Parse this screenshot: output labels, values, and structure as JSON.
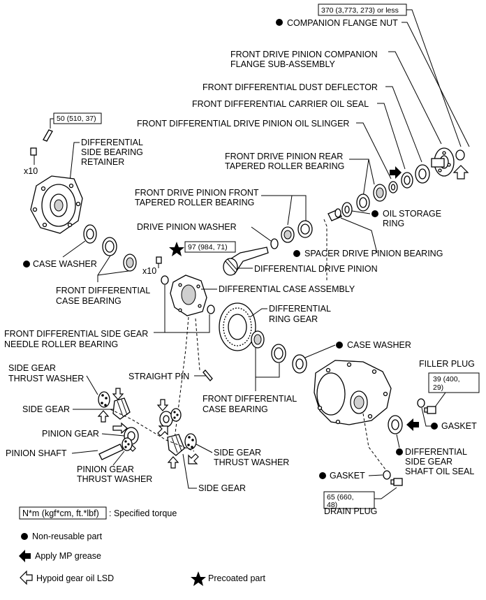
{
  "labels": {
    "companion_flange_nut": "COMPANION FLANGE NUT",
    "companion_flange_1": "FRONT DRIVE PINION COMPANION",
    "companion_flange_2": "FLANGE SUB-ASSEMBLY",
    "dust_deflector": "FRONT DIFFERENTIAL DUST DEFLECTOR",
    "carrier_oil_seal": "FRONT DIFFERENTIAL CARRIER OIL SEAL",
    "oil_slinger": "FRONT DIFFERENTIAL DRIVE PINION OIL SLINGER",
    "rear_bearing_1": "FRONT DRIVE PINION REAR",
    "rear_bearing_2": "TAPERED ROLLER BEARING",
    "front_bearing_1": "FRONT DRIVE PINION FRONT",
    "front_bearing_2": "TAPERED ROLLER BEARING",
    "oil_storage_1": "OIL STORAGE",
    "oil_storage_2": "RING",
    "drive_pinion_washer": "DRIVE PINION WASHER",
    "spacer": "SPACER DRIVE PINION BEARING",
    "drive_pinion": "DIFFERENTIAL DRIVE PINION",
    "side_bearing_retainer_1": "DIFFERENTIAL",
    "side_bearing_retainer_2": "SIDE BEARING",
    "side_bearing_retainer_3": "RETAINER",
    "case_washer_left": "CASE WASHER",
    "case_bearing_left_1": "FRONT DIFFERENTIAL",
    "case_bearing_left_2": "CASE BEARING",
    "case_assembly": "DIFFERENTIAL CASE ASSEMBLY",
    "needle_bearing_1": "FRONT DIFFERENTIAL SIDE GEAR",
    "needle_bearing_2": "NEEDLE ROLLER BEARING",
    "ring_gear_1": "DIFFERENTIAL",
    "ring_gear_2": "RING GEAR",
    "case_washer_right": "CASE WASHER",
    "straight_pin": "STRAIGHT PIN",
    "side_gear_washer_left_1": "SIDE GEAR",
    "side_gear_washer_left_2": "THRUST WASHER",
    "side_gear_left": "SIDE GEAR",
    "pinion_gear": "PINION GEAR",
    "pinion_shaft": "PINION SHAFT",
    "pinion_washer_1": "PINION GEAR",
    "pinion_washer_2": "THRUST WASHER",
    "case_bearing_right_1": "FRONT DIFFERENTIAL",
    "case_bearing_right_2": "CASE BEARING",
    "side_gear_washer_right_1": "SIDE GEAR",
    "side_gear_washer_right_2": "THRUST WASHER",
    "side_gear_right": "SIDE GEAR",
    "filler_plug": "FILLER PLUG",
    "gasket_right": "GASKET",
    "side_oil_seal_1": "DIFFERENTIAL",
    "side_oil_seal_2": "SIDE GEAR",
    "side_oil_seal_3": "SHAFT OIL SEAL",
    "gasket_bottom": "GASKET",
    "drain_plug": "DRAIN PLUG",
    "x10_left": "x10",
    "x10_mid": "x10"
  },
  "torque": {
    "companion_nut": "370 (3,773, 273) or less",
    "retainer_bolt": "50 (510, 37)",
    "ring_gear_bolt": "97 (984, 71)",
    "filler_plug_1": "39 (400,",
    "filler_plug_2": "29)",
    "drain_plug_1": "65 (660,",
    "drain_plug_2": "48)"
  },
  "legend": {
    "torque_box": "N*m (kgf*cm, ft.*lbf)",
    "torque_text": ": Specified torque",
    "non_reusable": "Non-reusable part",
    "mp_grease": "Apply MP grease",
    "hypoid_oil": "Hypoid gear oil LSD",
    "precoated": "Precoated part"
  }
}
